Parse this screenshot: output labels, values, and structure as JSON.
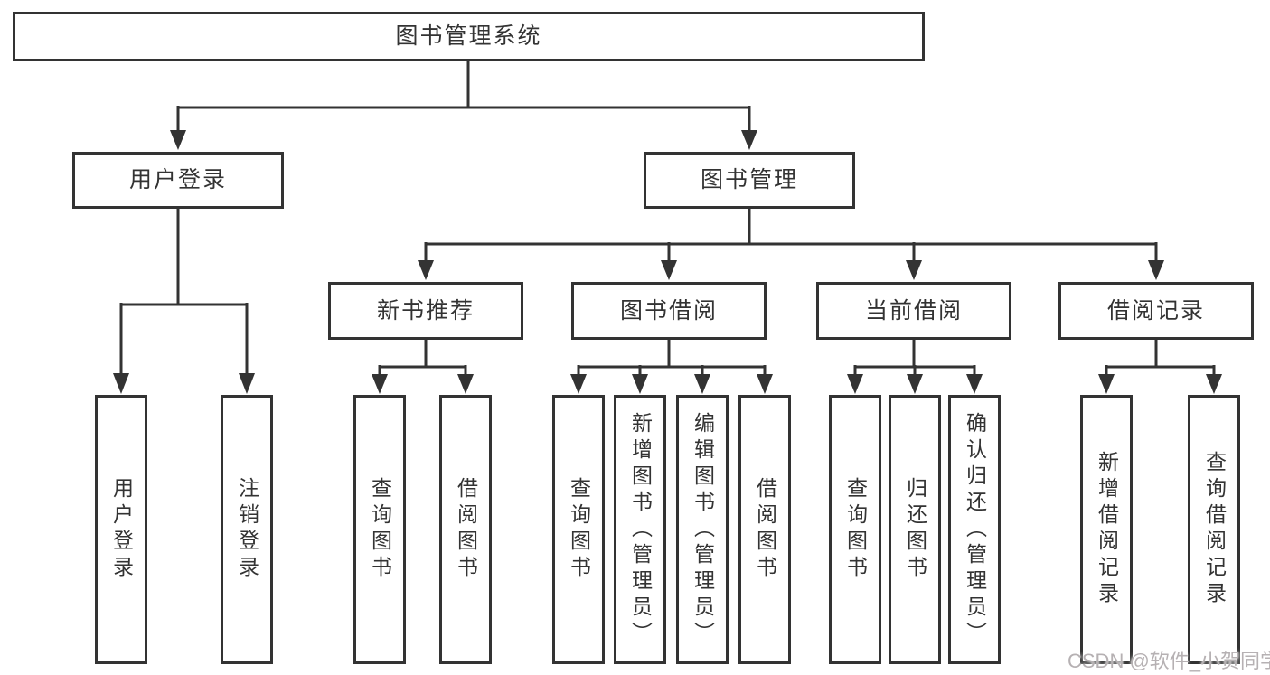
{
  "diagram": {
    "title": "图书管理系统",
    "branches": [
      {
        "label": "用户登录",
        "children": [
          {
            "label": "用户登录"
          },
          {
            "label": "注销登录"
          }
        ]
      },
      {
        "label": "图书管理",
        "children": [
          {
            "label": "新书推荐",
            "children": [
              {
                "label": "查询图书"
              },
              {
                "label": "借阅图书"
              }
            ]
          },
          {
            "label": "图书借阅",
            "children": [
              {
                "label": "查询图书"
              },
              {
                "label": "新增图书（管理员）"
              },
              {
                "label": "编辑图书（管理员）"
              },
              {
                "label": "借阅图书"
              }
            ]
          },
          {
            "label": "当前借阅",
            "children": [
              {
                "label": "查询图书"
              },
              {
                "label": "归还图书"
              },
              {
                "label": "确认归还（管理员）"
              }
            ]
          },
          {
            "label": "借阅记录",
            "children": [
              {
                "label": "新增借阅记录"
              },
              {
                "label": "查询借阅记录"
              }
            ]
          }
        ]
      }
    ]
  },
  "watermark": {
    "text": "CSDN @软件_小贺同学"
  },
  "colors": {
    "line": "#333333",
    "text": "#333333",
    "watermark": "#b6b1b3",
    "background": "#ffffff"
  }
}
